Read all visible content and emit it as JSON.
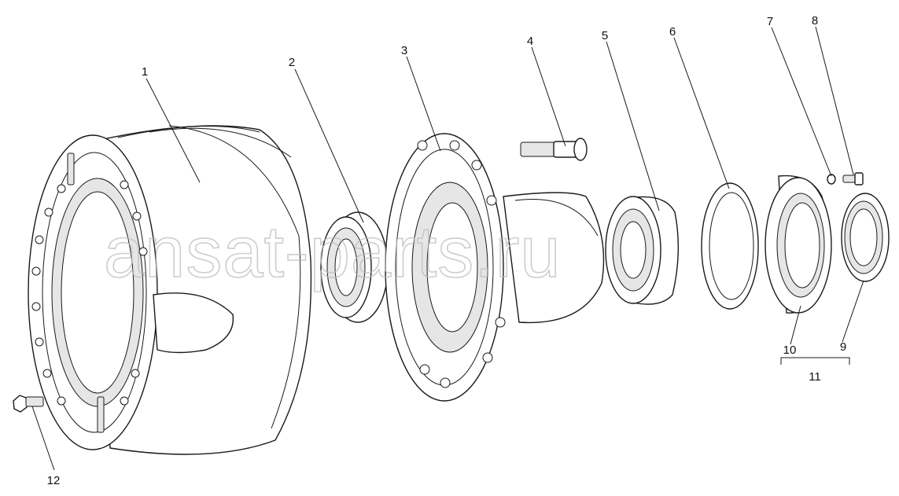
{
  "watermark": "ansat-parts.ru",
  "callouts": [
    {
      "id": "1",
      "label": "1"
    },
    {
      "id": "2",
      "label": "2"
    },
    {
      "id": "3",
      "label": "3"
    },
    {
      "id": "4",
      "label": "4"
    },
    {
      "id": "5",
      "label": "5"
    },
    {
      "id": "6",
      "label": "6"
    },
    {
      "id": "7",
      "label": "7"
    },
    {
      "id": "8",
      "label": "8"
    },
    {
      "id": "9",
      "label": "9"
    },
    {
      "id": "10",
      "label": "10"
    },
    {
      "id": "11",
      "label": "11"
    },
    {
      "id": "12",
      "label": "12"
    }
  ]
}
